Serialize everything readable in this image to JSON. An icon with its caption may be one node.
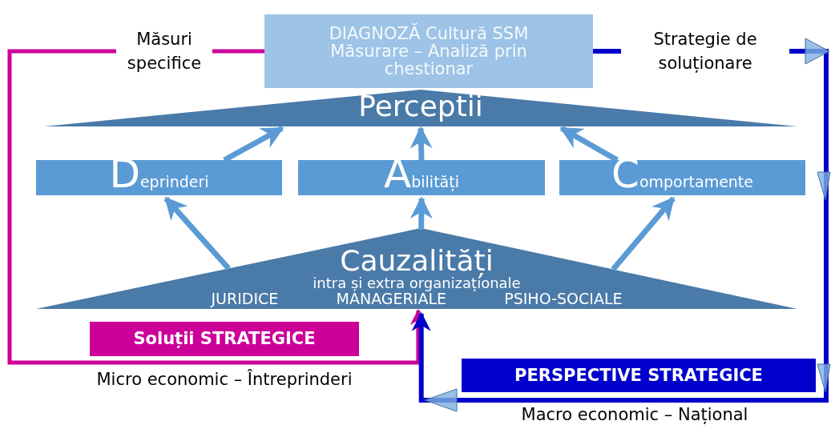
{
  "diagram": {
    "nodes": [
      {
        "text": [
          "DIAGNOZĂ Cultură SSM Măsurare – Analiză prin chestionar"
        ]
      },
      {
        "text": [
          "Perceptii"
        ]
      },
      {
        "text": [
          "Deprinderi"
        ]
      },
      {
        "text": [
          "Abilități"
        ]
      },
      {
        "text": [
          "Comportamente"
        ]
      },
      {
        "text": [
          "Cauzalități",
          "intra și extra organizaționale",
          "JURIDICE",
          "MANAGERIALE",
          "PSIHO-SOCIALE"
        ]
      },
      {
        "text": [
          "Soluții STRATEGICE"
        ]
      },
      {
        "text": [
          "PERSPECTIVE STRATEGICE"
        ]
      }
    ],
    "edges": [
      {
        "from": 2,
        "to": 1,
        "arrow": "to"
      },
      {
        "from": 3,
        "to": 1,
        "arrow": "to"
      },
      {
        "from": 4,
        "to": 1,
        "arrow": "to"
      },
      {
        "from": 5,
        "to": 2,
        "arrow": "to"
      },
      {
        "from": 5,
        "to": 3,
        "arrow": "to"
      },
      {
        "from": 5,
        "to": 4,
        "arrow": "to"
      },
      {
        "from": 0,
        "to": 5,
        "arrow": "to",
        "label": "Măsuri specifice",
        "color": "#cc0099"
      },
      {
        "from": 0,
        "to": 5,
        "arrow": "to",
        "label": "Strategie de soluționare",
        "color": "#0000cc"
      }
    ],
    "labels": [
      "Micro economic – Întreprinderi",
      "Macro economic – Național"
    ]
  }
}
